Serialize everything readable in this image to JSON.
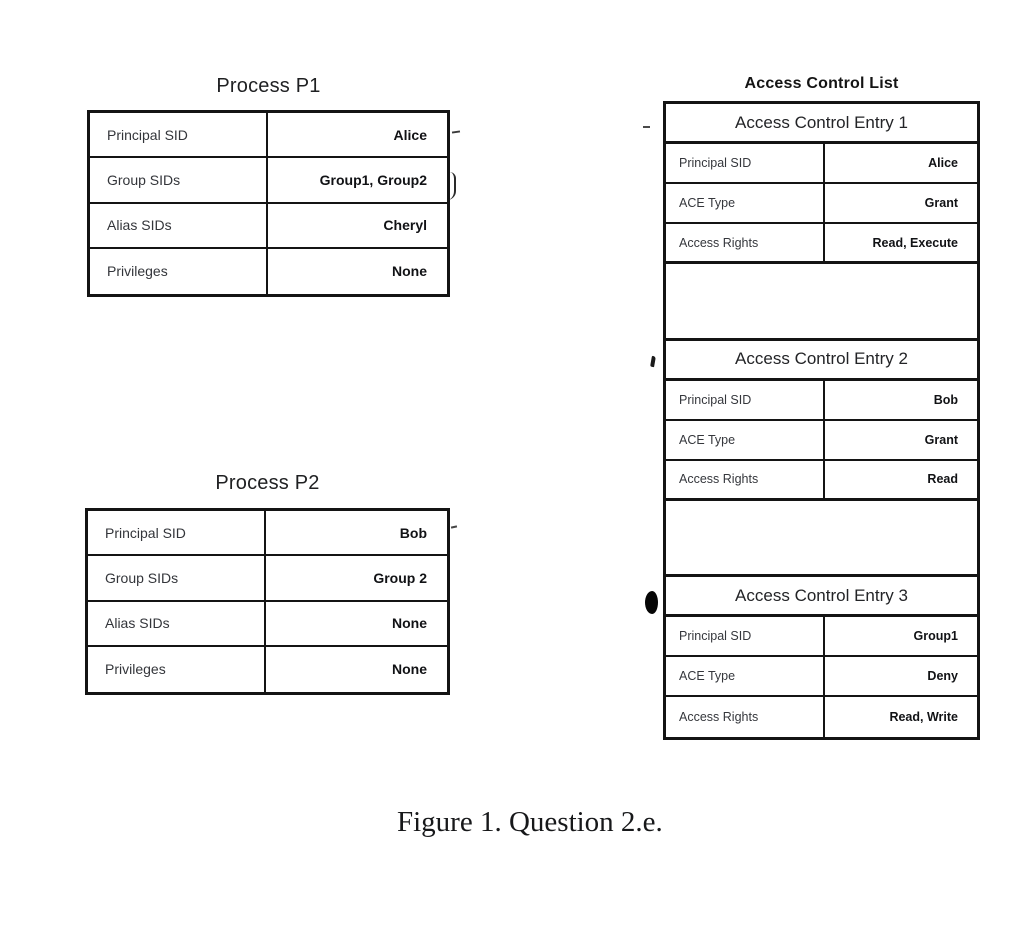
{
  "figure": {
    "caption": "Figure 1. Question 2.e."
  },
  "process_p1": {
    "title": "Process P1",
    "rows": [
      {
        "label": "Principal SID",
        "value": "Alice"
      },
      {
        "label": "Group SIDs",
        "value": "Group1, Group2"
      },
      {
        "label": "Alias SIDs",
        "value": "Cheryl"
      },
      {
        "label": "Privileges",
        "value": "None"
      }
    ]
  },
  "process_p2": {
    "title": "Process P2",
    "rows": [
      {
        "label": "Principal SID",
        "value": "Bob"
      },
      {
        "label": "Group SIDs",
        "value": "Group 2"
      },
      {
        "label": "Alias SIDs",
        "value": "None"
      },
      {
        "label": "Privileges",
        "value": "None"
      }
    ]
  },
  "acl": {
    "title": "Access Control List",
    "entries": [
      {
        "header": "Access Control Entry 1",
        "rows": [
          {
            "label": "Principal SID",
            "value": "Alice"
          },
          {
            "label": "ACE Type",
            "value": "Grant"
          },
          {
            "label": "Access Rights",
            "value": "Read, Execute"
          }
        ]
      },
      {
        "header": "Access Control Entry 2",
        "rows": [
          {
            "label": "Principal SID",
            "value": "Bob"
          },
          {
            "label": "ACE Type",
            "value": "Grant"
          },
          {
            "label": "Access Rights",
            "value": "Read"
          }
        ]
      },
      {
        "header": "Access Control Entry 3",
        "rows": [
          {
            "label": "Principal SID",
            "value": "Group1"
          },
          {
            "label": "ACE Type",
            "value": "Deny"
          },
          {
            "label": "Access Rights",
            "value": "Read, Write"
          }
        ]
      }
    ]
  },
  "colors": {
    "background": "#ffffff",
    "border": "#141414",
    "label_text": "#33353a",
    "value_text": "#111215"
  }
}
